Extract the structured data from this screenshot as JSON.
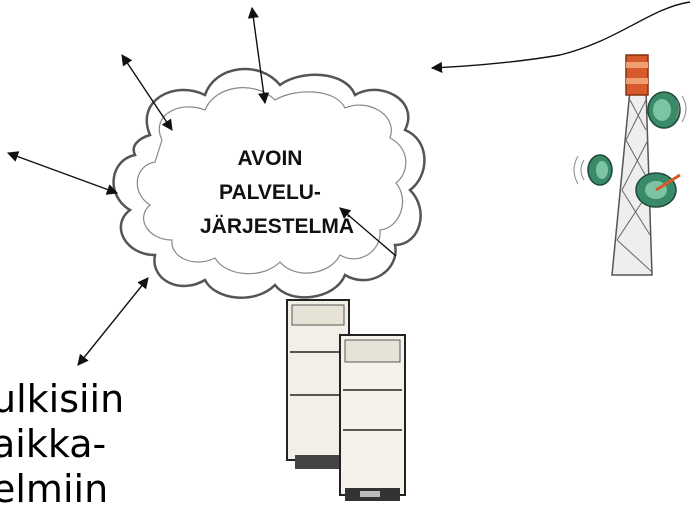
{
  "cloud": {
    "line1": "AVOIN",
    "line2": "PALVELU-",
    "line3": "JÄRJESTELMÄ"
  },
  "side_text": {
    "line1": "ulkisiin",
    "line2": "aikka-",
    "line3": "elmiin"
  },
  "colors": {
    "outline": "#555555",
    "tower_red": "#d65a2b",
    "dish_green": "#3a8a6a",
    "server_body": "#f2efe6"
  }
}
